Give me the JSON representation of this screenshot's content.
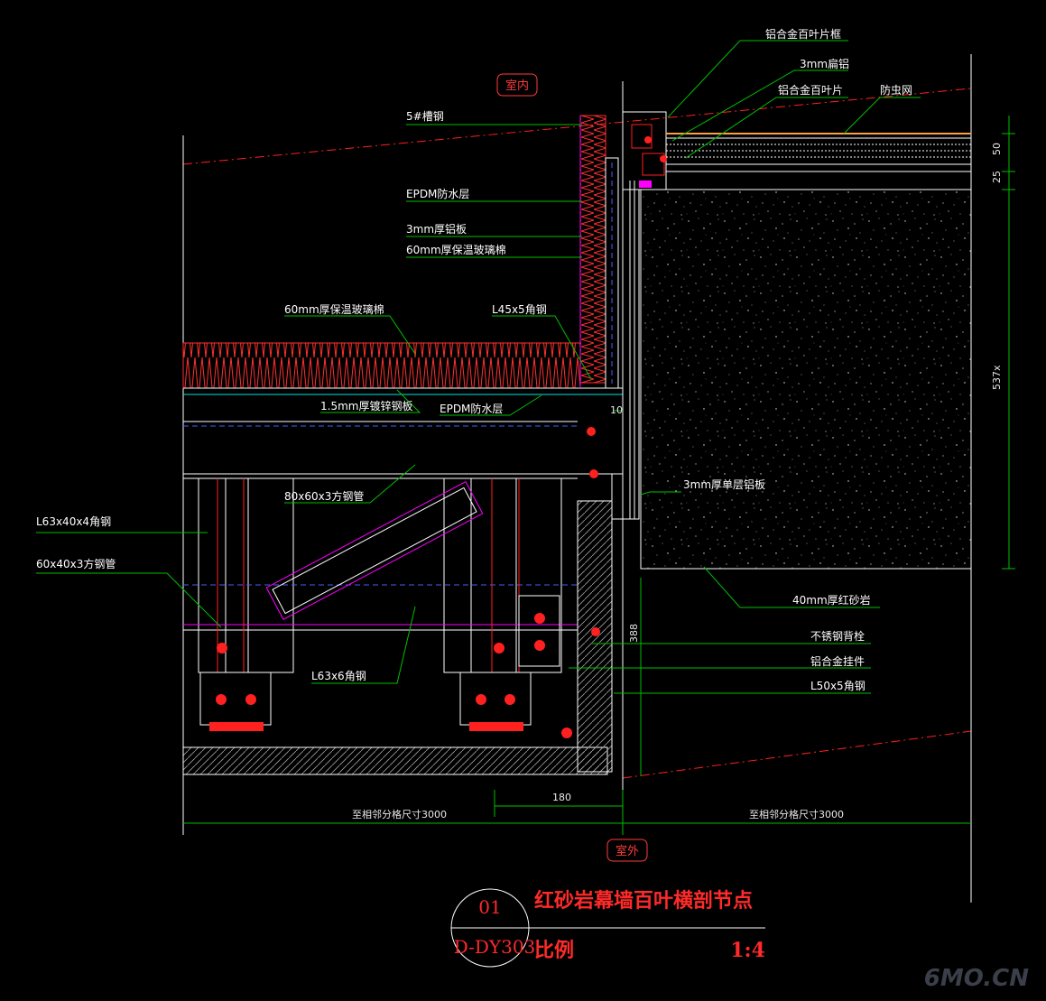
{
  "colors": {
    "background": "#000000",
    "leader": "#00c000",
    "text": "#ffffff",
    "steel": "#ff2020",
    "insulation": "#ff3030",
    "louver": "#ffa040",
    "dashed": "#4060ff",
    "accent": "#ff00ff",
    "cyan": "#00e0e0",
    "dimension": "#00c000"
  },
  "tags": {
    "indoor": "室内",
    "outdoor": "室外"
  },
  "labels": {
    "louver_frame": "铝合金百叶片框",
    "flat_aluminum": "3mm扁铝",
    "louver_blade": "铝合金百叶片",
    "insect_screen": "防虫网",
    "channel_steel": "5#槽钢",
    "epdm_top": "EPDM防水层",
    "aluminum_sheet": "3mm厚铝板",
    "glass_wool_top": "60mm厚保温玻璃棉",
    "glass_wool_roof": "60mm厚保温玻璃棉",
    "angle_l45": "L45x5角钢",
    "galvanized_sheet": "1.5mm厚镀锌钢板",
    "epdm_roof": "EPDM防水层",
    "square_tube_80": "80x60x3方钢管",
    "single_aluminum": "3mm厚单层铝板",
    "angle_l63x40": "L63x40x4角钢",
    "steel_tube_60": "60x40x3方钢管",
    "red_sandstone": "40mm厚红砂岩",
    "stainless_bolt": "不锈钢背栓",
    "aluminum_hanger": "铝合金挂件",
    "angle_l50": "L50x5角钢",
    "angle_l63x6": "L63x6角钢"
  },
  "dimensions": {
    "d50": "50",
    "d25": "25",
    "d537": "537x",
    "d388": "388",
    "d10": "10",
    "d180": "180",
    "span_left": "至相邻分格尺寸3000",
    "span_right": "至相邻分格尺寸3000"
  },
  "title_block": {
    "number": "01",
    "sheet": "D-DY303",
    "title": "红砂岩幕墙百叶横剖节点",
    "scale_label": "比例",
    "scale": "1:4"
  },
  "watermark": "6MO.CN"
}
